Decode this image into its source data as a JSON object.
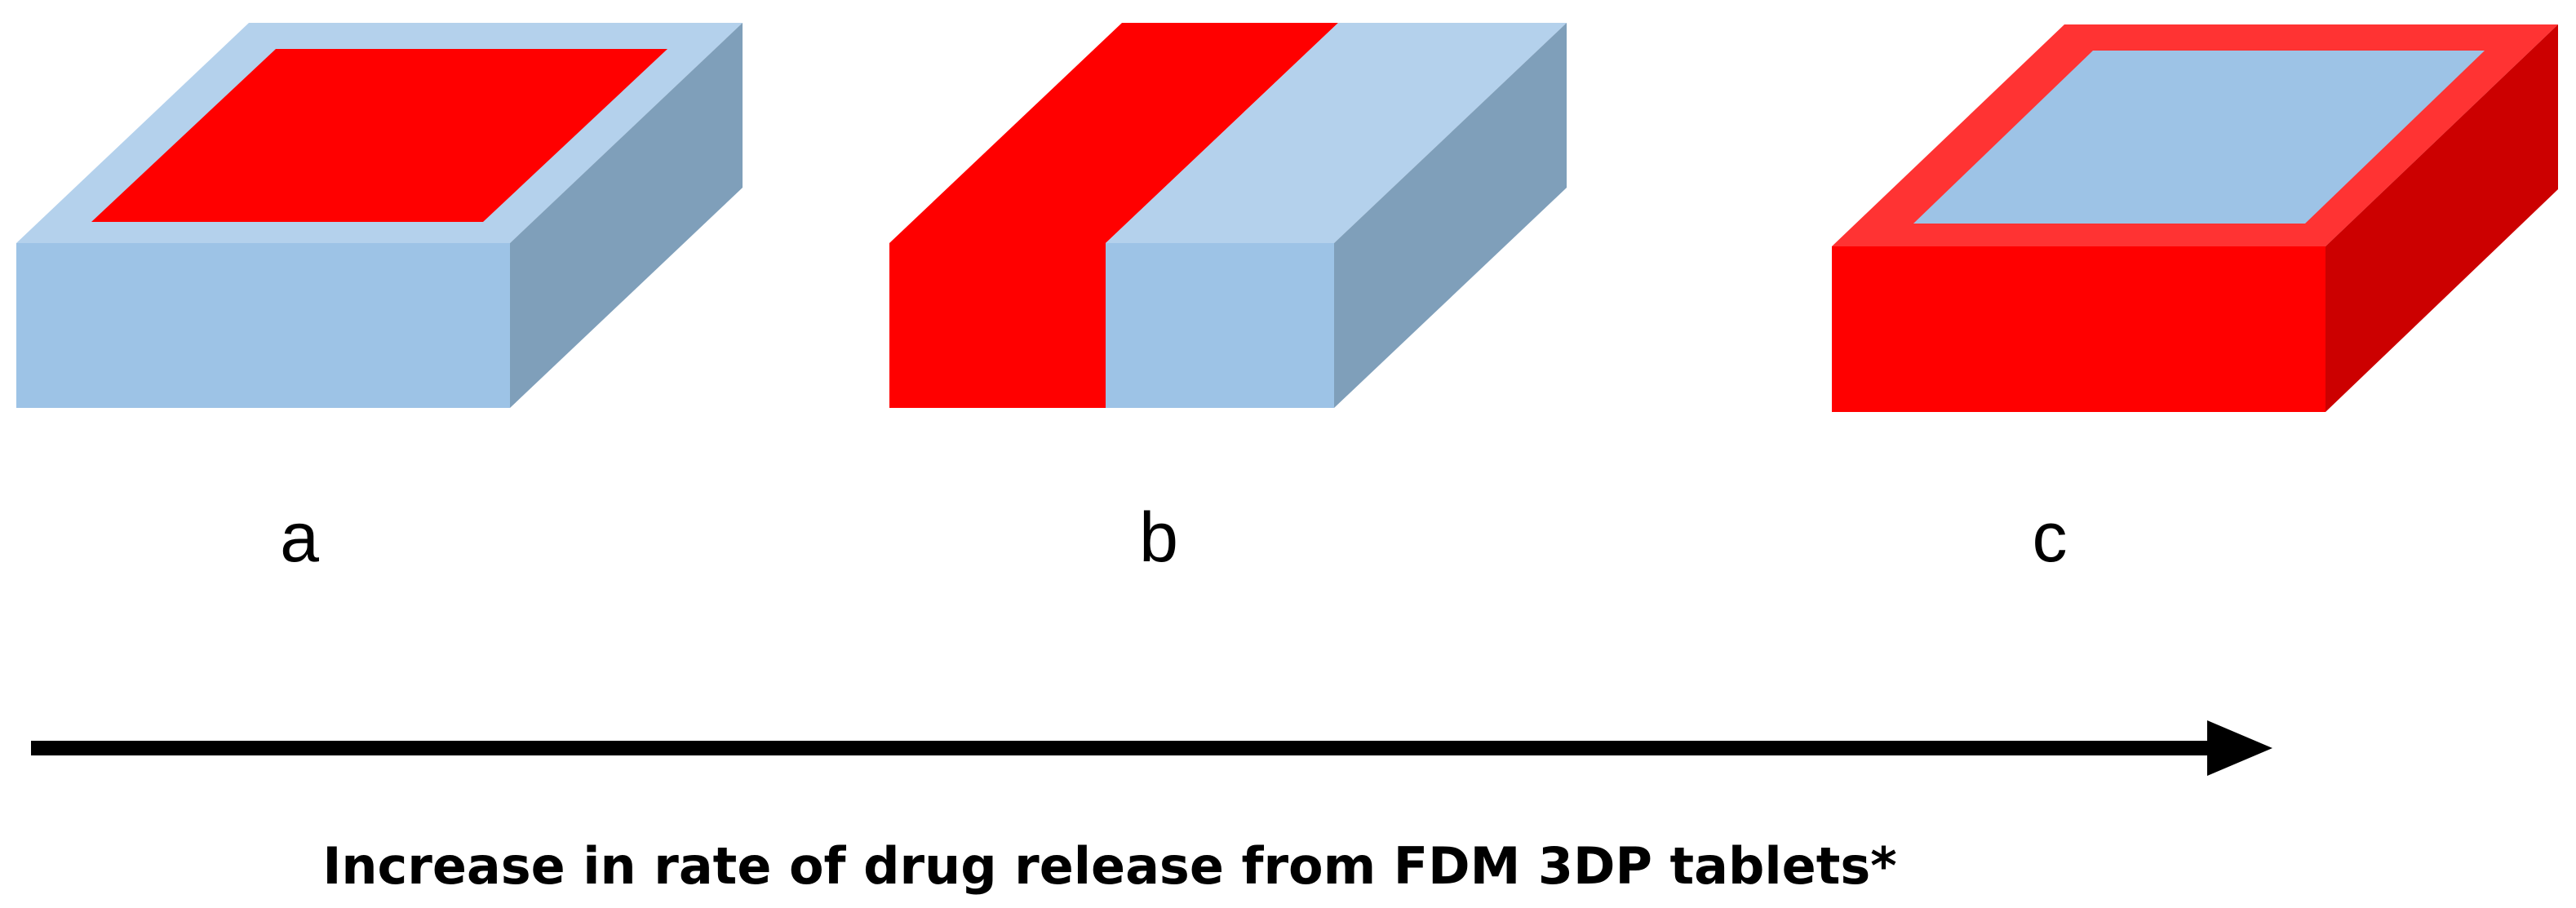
{
  "panels": [
    {
      "label": "a",
      "shape": "box-with-inner-square",
      "outer_color": "light-blue",
      "inner_color": "red"
    },
    {
      "label": "b",
      "shape": "box-split-side-by-side",
      "left_color": "red",
      "right_color": "light-blue"
    },
    {
      "label": "c",
      "shape": "box-with-inner-square",
      "outer_color": "red",
      "inner_color": "light-blue"
    }
  ],
  "arrow": {
    "direction": "right",
    "caption": "Increase in rate of drug release from FDM 3DP tablets*"
  },
  "colors": {
    "blue_top": "#b4d1ec",
    "blue_front": "#9dc3e6",
    "blue_side": "#7f9fba",
    "red_main": "#ff0000",
    "red_top": "#ff3333",
    "red_side": "#cc0000",
    "inner_blue": "#9dc3e6",
    "arrow": "#000000",
    "text": "#000000"
  }
}
